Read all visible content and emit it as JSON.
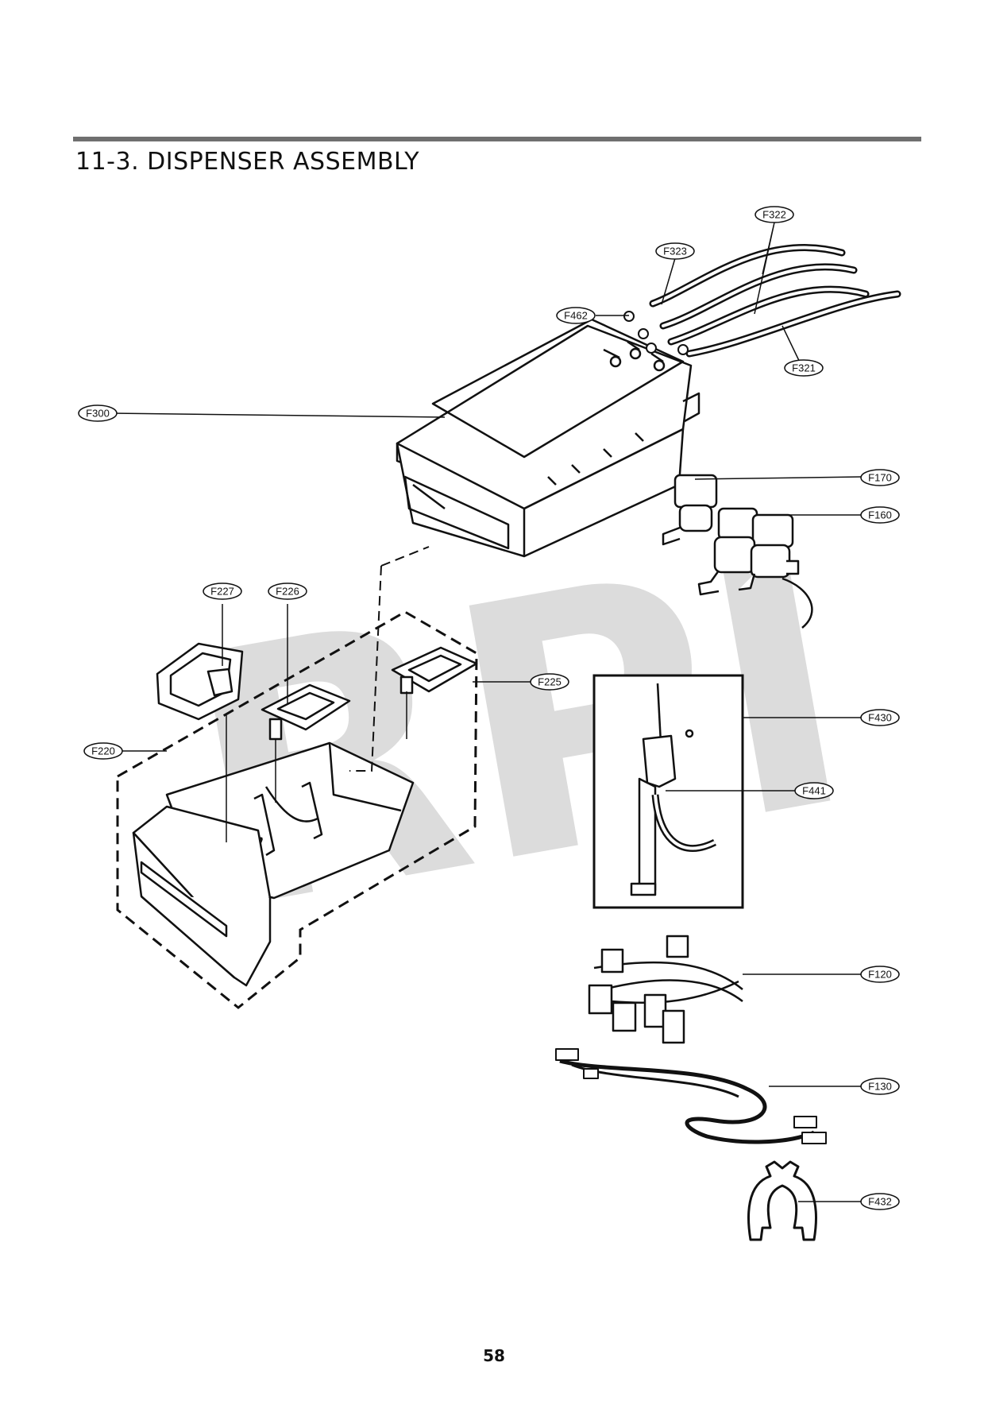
{
  "header": {
    "title": "11-3. DISPENSER ASSEMBLY"
  },
  "watermark": "RPI",
  "diagram": {
    "callouts": [
      {
        "id": "F322",
        "label": "F322"
      },
      {
        "id": "F323",
        "label": "F323"
      },
      {
        "id": "F462",
        "label": "F462"
      },
      {
        "id": "F321",
        "label": "F321"
      },
      {
        "id": "F300",
        "label": "F300"
      },
      {
        "id": "F170",
        "label": "F170"
      },
      {
        "id": "F160",
        "label": "F160"
      },
      {
        "id": "F227",
        "label": "F227"
      },
      {
        "id": "F226",
        "label": "F226"
      },
      {
        "id": "F225",
        "label": "F225"
      },
      {
        "id": "F220",
        "label": "F220"
      },
      {
        "id": "F430",
        "label": "F430"
      },
      {
        "id": "F441",
        "label": "F441"
      },
      {
        "id": "F120",
        "label": "F120"
      },
      {
        "id": "F130",
        "label": "F130"
      },
      {
        "id": "F432",
        "label": "F432"
      }
    ]
  },
  "footer": {
    "page_number": "58"
  }
}
